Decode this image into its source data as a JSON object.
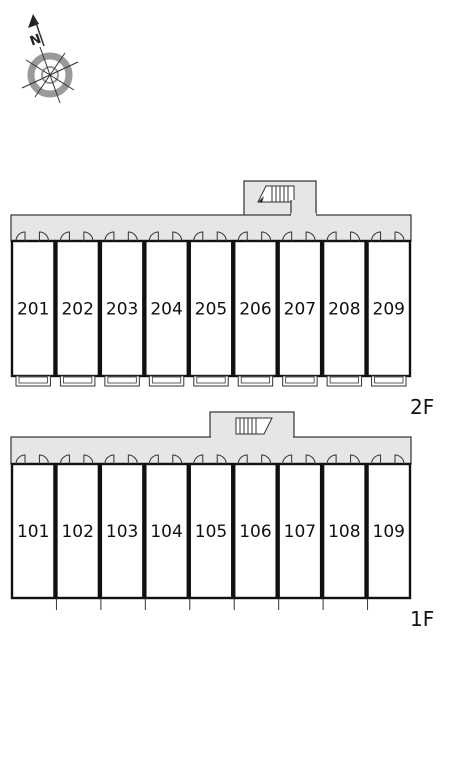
{
  "compass": {
    "north_letter": "N",
    "icon": "compass-rose-icon"
  },
  "floors": [
    {
      "id": "2F",
      "label": "2F",
      "units": [
        "201",
        "202",
        "203",
        "204",
        "205",
        "206",
        "207",
        "208",
        "209"
      ],
      "corridor_color": "#e6e6e6",
      "has_balconies": true
    },
    {
      "id": "1F",
      "label": "1F",
      "units": [
        "101",
        "102",
        "103",
        "104",
        "105",
        "106",
        "107",
        "108",
        "109"
      ],
      "corridor_color": "#e6e6e6",
      "has_balconies": false
    }
  ],
  "stairs_icon": "staircase-icon"
}
